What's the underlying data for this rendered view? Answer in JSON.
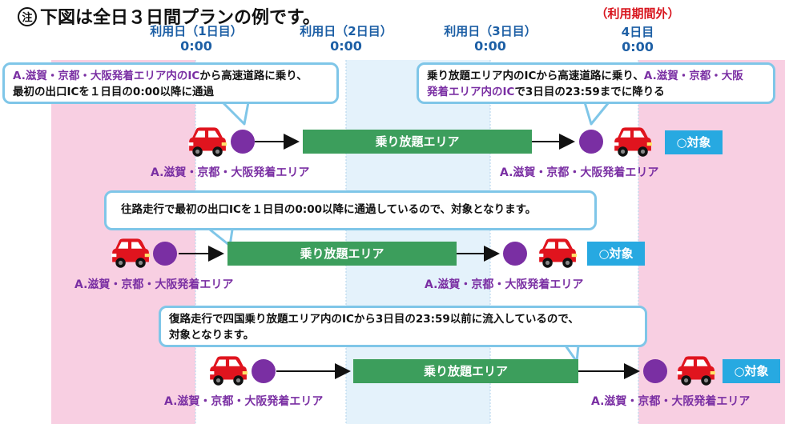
{
  "title": {
    "mark": "注",
    "text": "下図は全日３日間プランの例です。"
  },
  "columns": [
    {
      "note": "",
      "line1": "利用日（1日目）",
      "line2": "0:00"
    },
    {
      "note": "",
      "line1": "利用日（2日目）",
      "line2": "0:00"
    },
    {
      "note": "",
      "line1": "利用日（3日目）",
      "line2": "0:00"
    },
    {
      "note": "（利用期間外）",
      "line1": "4日目",
      "line2": "0:00"
    }
  ],
  "bubbles": {
    "b1": {
      "hl": "A.滋賀・京都・大阪発着エリア内のIC",
      "t1": "から高速道路に乗り、",
      "t2": "最初の出口ICを１日目の0:00以降に通過"
    },
    "b2": {
      "t1": "乗り放題エリア内のICから高速道路に乗り、",
      "hl1": "A.滋賀・京都・大阪",
      "hl2": "発着エリア内のIC",
      "t2": "で3日目の23:59までに降りる"
    },
    "b3": {
      "t1": "往路走行で最初の出口ICを１日目の0:00以降に通過しているので、対象となります。"
    },
    "b4": {
      "t1": "復路走行で四国乗り放題エリア内のICから3日目の23:59以前に流入しているので、",
      "t2": "対象となります。"
    }
  },
  "zone_label": "乗り放題エリア",
  "target_label": "○対象",
  "area_label": "A.滋賀・京都・大阪発着エリア",
  "colors": {
    "pink": "#f8cfe2",
    "light_blue": "#e4f2fb",
    "green": "#3c9e5c",
    "cyan": "#27a9e1",
    "purple": "#7a2fa3",
    "car_red": "#e0141e",
    "header_blue": "#1d5fa5",
    "outside_red": "#d8141d"
  }
}
